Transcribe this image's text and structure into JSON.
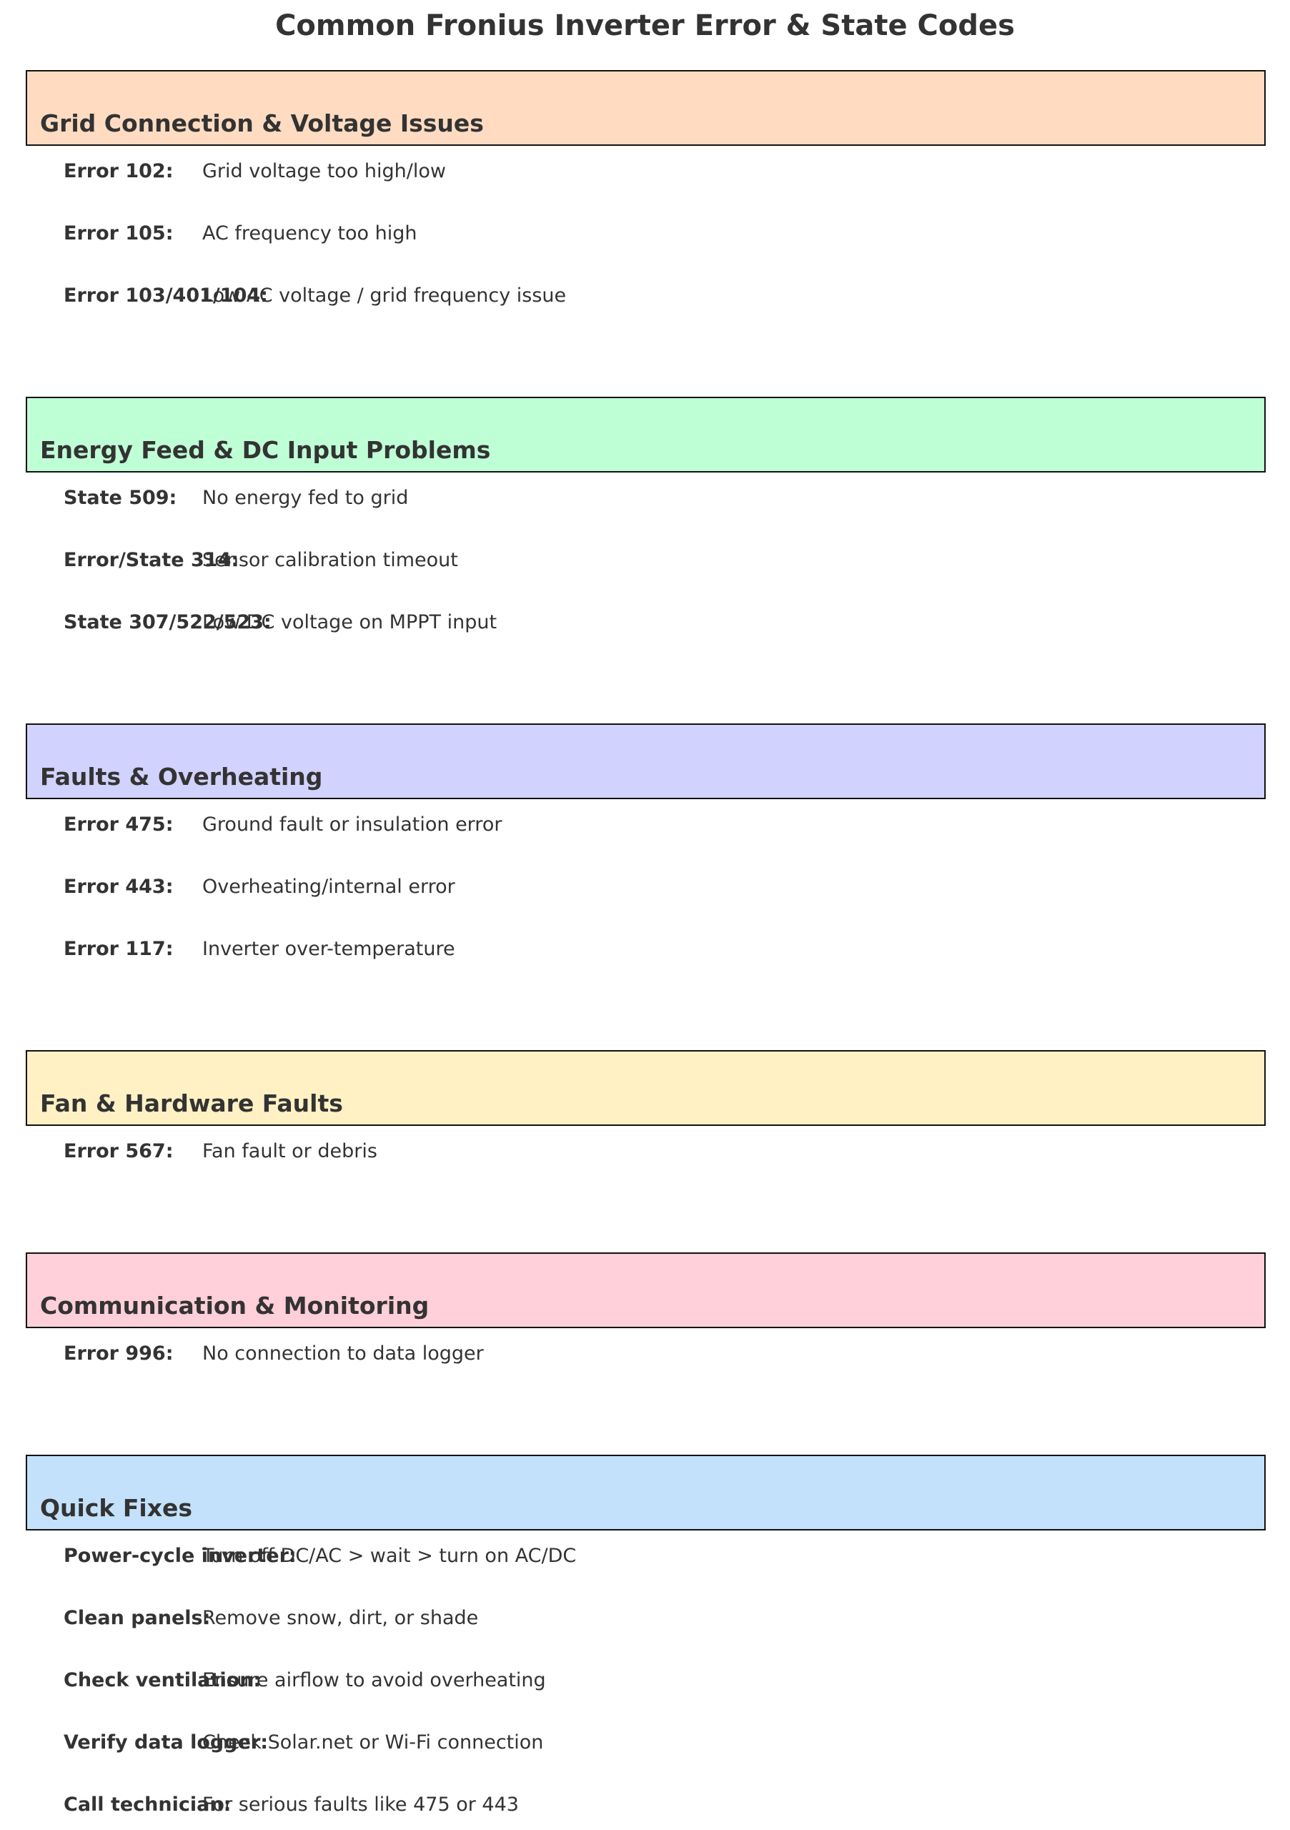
{
  "title": "Common Fronius Inverter Error & State Codes",
  "colors": {
    "text": "#333333",
    "border": "#111111",
    "grid": "#ffdcc1",
    "energy": "#bfffd6",
    "faults": "#d2d2ff",
    "fan": "#fff1c4",
    "communication": "#ffcfda",
    "quick_fixes": "#c3e1fb"
  },
  "sections": [
    {
      "title": "Grid Connection & Voltage Issues",
      "items": [
        {
          "code": "Error 102:",
          "desc": "Grid voltage too high/low"
        },
        {
          "code": "Error 105:",
          "desc": "AC frequency too high"
        },
        {
          "code": "Error 103/401/104:",
          "desc": "Low AC voltage / grid frequency issue"
        }
      ]
    },
    {
      "title": "Energy Feed & DC Input Problems",
      "items": [
        {
          "code": "State 509:",
          "desc": "No energy fed to grid"
        },
        {
          "code": "Error/State 314:",
          "desc": "Sensor calibration timeout"
        },
        {
          "code": "State 307/522/523:",
          "desc": "Low DC voltage on MPPT input"
        }
      ]
    },
    {
      "title": "Faults & Overheating",
      "items": [
        {
          "code": "Error 475:",
          "desc": "Ground fault or insulation error"
        },
        {
          "code": "Error 443:",
          "desc": "Overheating/internal error"
        },
        {
          "code": "Error 117:",
          "desc": "Inverter over-temperature"
        }
      ]
    },
    {
      "title": "Fan & Hardware Faults",
      "items": [
        {
          "code": "Error 567:",
          "desc": "Fan fault or debris"
        }
      ]
    },
    {
      "title": "Communication & Monitoring",
      "items": [
        {
          "code": "Error 996:",
          "desc": "No connection to data logger"
        }
      ]
    },
    {
      "title": "Quick Fixes",
      "items": [
        {
          "code": "Power-cycle inverter:",
          "desc": "Turn off DC/AC > wait > turn on AC/DC"
        },
        {
          "code": "Clean panels:",
          "desc": "Remove snow, dirt, or shade"
        },
        {
          "code": "Check ventilation:",
          "desc": "Ensure airflow to avoid overheating"
        },
        {
          "code": "Verify data logger:",
          "desc": "Check Solar.net or Wi-Fi connection"
        },
        {
          "code": "Call technician:",
          "desc": "For serious faults like 475 or 443"
        }
      ]
    }
  ]
}
